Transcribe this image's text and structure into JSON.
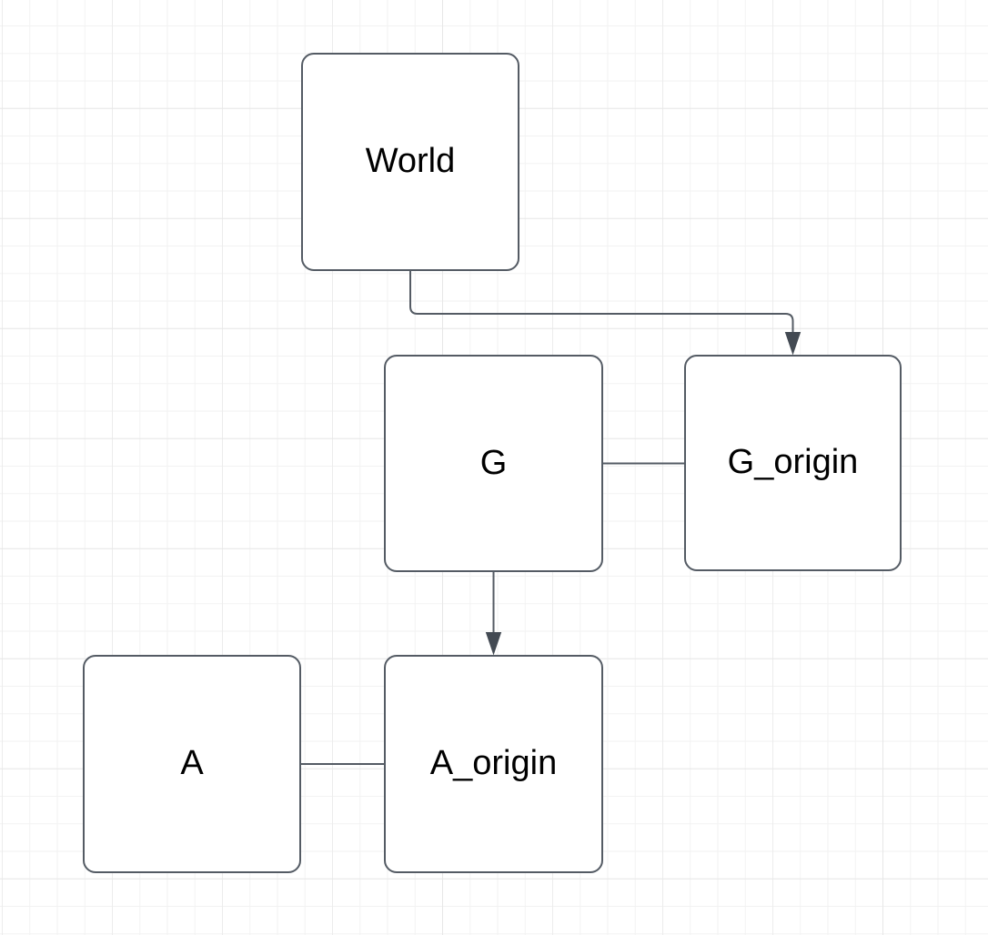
{
  "diagram": {
    "type": "flowchart",
    "background_color": "#ffffff",
    "grid_minor_color": "#f2f2f2",
    "grid_major_color": "#e7e7e7",
    "node_fill_color": "#ffffff",
    "stroke_color": "#545b64",
    "arrowhead_color": "#434a53",
    "text_color": "#000000",
    "nodes": [
      {
        "id": "world",
        "label": "World"
      },
      {
        "id": "g",
        "label": "G"
      },
      {
        "id": "g_origin",
        "label": "G_origin"
      },
      {
        "id": "a",
        "label": "A"
      },
      {
        "id": "a_origin",
        "label": "A_origin"
      }
    ],
    "edges": [
      {
        "from": "world",
        "to": "g_origin",
        "arrow": "target",
        "style": "orthogonal-elbow"
      },
      {
        "from": "g",
        "to": "g_origin",
        "arrow": "none",
        "style": "straight"
      },
      {
        "from": "g",
        "to": "a_origin",
        "arrow": "target",
        "style": "straight"
      },
      {
        "from": "a",
        "to": "a_origin",
        "arrow": "none",
        "style": "straight"
      }
    ]
  }
}
